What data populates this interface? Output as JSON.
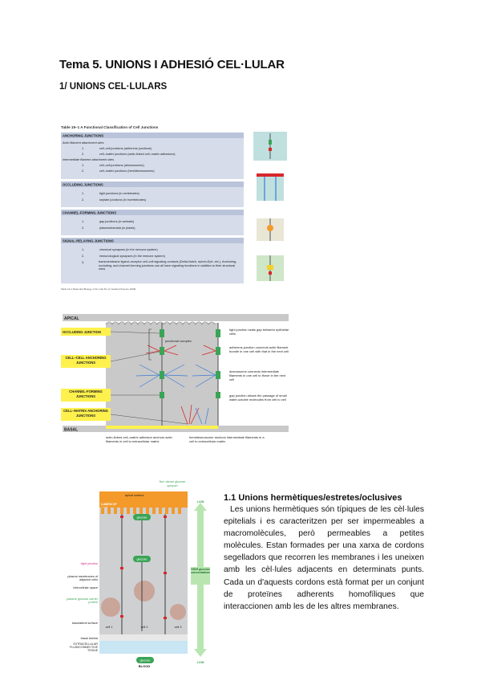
{
  "page": {
    "title": "Tema 5. UNIONS I ADHESIÓ CEL·LULAR",
    "subtitle": "1/ UNIONS CEL·LULARS"
  },
  "table": {
    "caption": "Table 19–1 A Functional Classification of Cell Junctions",
    "sections": [
      {
        "header": "ANCHORING JUNCTIONS",
        "groups": [
          {
            "label": "Actin filament attachment sites",
            "items": [
              {
                "n": "1.",
                "text": "cell–cell junctions (adherens junctions)"
              },
              {
                "n": "2.",
                "text": "cell–matrix junctions (actin-linked cell–matrix adhesions)"
              }
            ]
          },
          {
            "label": "Intermediate filament attachment sites",
            "items": [
              {
                "n": "1.",
                "text": "cell–cell junctions (desmosomes)"
              },
              {
                "n": "2.",
                "text": "cell–matrix junctions (hemidesmosomes)"
              }
            ]
          }
        ]
      },
      {
        "header": "OCCLUDING JUNCTIONS",
        "groups": [
          {
            "label": "",
            "items": [
              {
                "n": "1.",
                "text": "tight junctions (in vertebrates)"
              },
              {
                "n": "2.",
                "text": "septate junctions (in invertebrates)"
              }
            ]
          }
        ]
      },
      {
        "header": "CHANNEL-FORMING JUNCTIONS",
        "groups": [
          {
            "label": "",
            "items": [
              {
                "n": "1.",
                "text": "gap junctions (in animals)"
              },
              {
                "n": "2.",
                "text": "plasmodesmata (in plants)"
              }
            ]
          }
        ]
      },
      {
        "header": "SIGNAL-RELAYING JUNCTIONS",
        "groups": [
          {
            "label": "",
            "items": [
              {
                "n": "1.",
                "text": "chemical synapses (in the nervous system)"
              },
              {
                "n": "2.",
                "text": "immunological synapses (in the immune system)"
              },
              {
                "n": "3.",
                "text": "transmembrane ligand–receptor cell–cell signaling contacts (Delta-Notch, ephrin-Eph, etc.). Anchoring, occluding, and channel-forming junctions can all have signaling functions in addition to their structural roles"
              }
            ]
          }
        ]
      }
    ],
    "footnote": "Table 19-1 Molecular Biology of the Cell 5/e (© Garland Science 2008)"
  },
  "junction_figure": {
    "apical": "APICAL",
    "basal": "BASAL",
    "junctional_complex": "junctional complex",
    "left_labels": [
      "OCCLUDING JUNCTION",
      "CELL–CELL ANCHORING JUNCTIONS",
      "CHANNEL-FORMING JUNCTIONS",
      "CELL–MATRIX ANCHORING JUNCTIONS"
    ],
    "right_labels": [
      "tight junction seals gap between epithelial cells",
      "adherens junction connects actin filament bundle in one cell with that in the next cell",
      "desmosome connects intermediate filaments in one cell to those in the next cell",
      "gap junction allows the passage of small water-soluble molecules from cell to cell"
    ],
    "bottom_labels": [
      "actin-linked cell–matrix adhesion anchors actin filaments in cell to extracellular matrix",
      "hemidesmosome anchors intermediate filaments in a cell to extracellular matrix"
    ]
  },
  "glucose_figure": {
    "top_label": "Na+-driven glucose symport",
    "apical_surface": "apical surface",
    "lumen": "LUMEN OF GUT",
    "glucose": "glucose",
    "tight_junction": "tight junction",
    "plasma_membranes": "plasma membranes of adjacent cells",
    "intercellular_space": "intercellular space",
    "passive_carrier": "passive glucose carrier protein",
    "basolateral": "basolateral surface",
    "basal_lamina": "basal lamina",
    "ecm": "EXTRACELLULAR FLUID/CONNECTIVE TISSUE",
    "blood": "BLOOD",
    "cells": [
      "cell 1",
      "cell 2",
      "cell 3"
    ],
    "low_top": "LOW",
    "high": "HIGH glucose concentration",
    "low_bottom": "LOW"
  },
  "section_1_1": {
    "heading": "1.1 Unions hermètiques/estretes/oclusives",
    "paragraph": "Les unions hermètiques són típiques de les cèl·lules epitelials i es caracteritzen per ser impermeables a macromolècules, però permeables a petites molècules. Estan formades per una xarxa de cordons segelladors que recorren les membranes i les uneixen amb les cèl·lules adjacents en determinats punts. Cada un d'aquests cordons està format per un conjunt de proteïnes adherents homofíliques que interaccionen amb les de les altres membranes."
  },
  "colors": {
    "table_header": "#b9c4da",
    "table_body": "#d6dcea",
    "cell_grey": "#c9c9c9",
    "label_yellow": "#fff14d",
    "lumen_orange": "#f39a2b",
    "green": "#3aa457",
    "accent_red": "#d8282b"
  }
}
